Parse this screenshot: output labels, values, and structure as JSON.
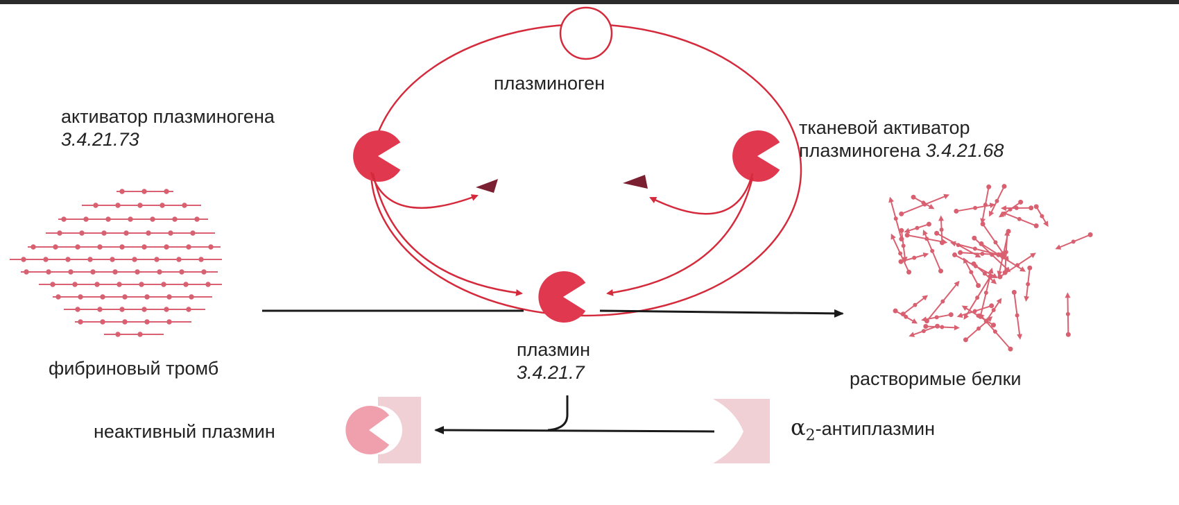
{
  "labels": {
    "plasminogen": "плазминоген",
    "activator_left": "активатор плазминогена",
    "activator_left_ec": "3.4.21.73",
    "activator_right": "тканевой активатор",
    "activator_right_line2": "плазминогена",
    "activator_right_ec": "3.4.21.68",
    "fibrin_clot": "фибриновый тромб",
    "plasmin": "плазмин",
    "plasmin_ec": "3.4.21.7",
    "soluble_proteins": "растворимые белки",
    "inactive_plasmin": "неактивный плазмин",
    "antiplasmin_greek": "α",
    "antiplasmin_sub": "2",
    "antiplasmin_suffix": "-антиплазмин"
  },
  "colors": {
    "enzyme": "#e0384e",
    "cycle_line": "#d42a3c",
    "arrow_black": "#1a1a1a",
    "fibrin": "#d96070",
    "inhibitor": "#f0d0d4",
    "inactive": "#f0a0ac",
    "fragment": "#7a2030",
    "top_bar": "#2b2b2b"
  }
}
